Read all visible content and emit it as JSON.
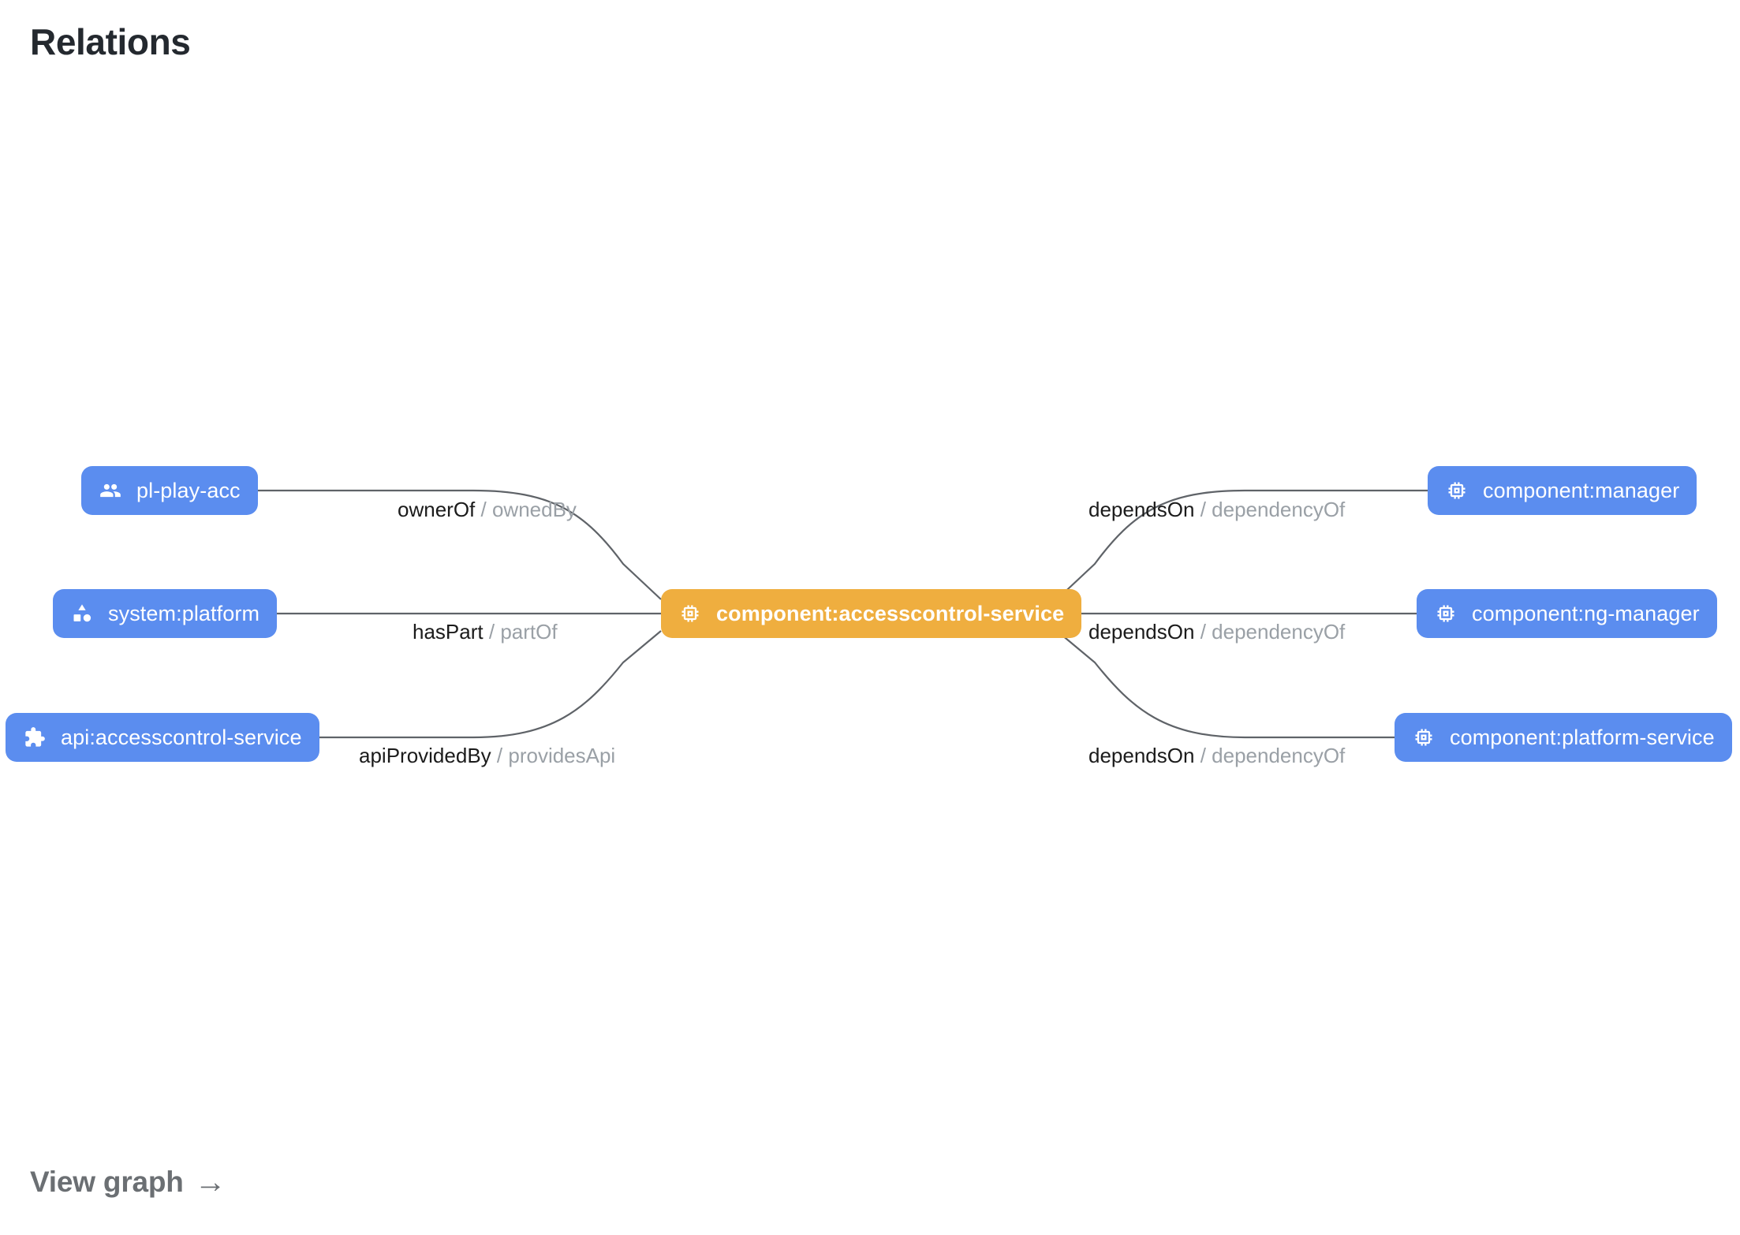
{
  "header": {
    "title": "Relations"
  },
  "footer": {
    "view_graph_label": "View graph",
    "view_graph_arrow": "→"
  },
  "colors": {
    "node_blue": "#5b8def",
    "node_orange": "#efae3f",
    "edge_stroke": "#5f6368",
    "label_forward": "#1b1b1b",
    "label_reverse": "#9aa0a6",
    "title": "#24292f",
    "footer_link": "#6b6f73",
    "background": "#ffffff"
  },
  "graph": {
    "focus_node": {
      "id": "component:accesscontrol-service",
      "label": "component:accesscontrol-service",
      "icon": "memory-chip-icon",
      "kind": "component",
      "color": "#efae3f"
    },
    "left_nodes": [
      {
        "id": "pl-play-acc",
        "label": "pl-play-acc",
        "icon": "group-people-icon",
        "kind": "group",
        "color": "#5b8def"
      },
      {
        "id": "system:platform",
        "label": "system:platform",
        "icon": "category-shapes-icon",
        "kind": "system",
        "color": "#5b8def"
      },
      {
        "id": "api:accesscontrol-service",
        "label": "api:accesscontrol-service",
        "icon": "puzzle-piece-icon",
        "kind": "api",
        "color": "#5b8def"
      }
    ],
    "right_nodes": [
      {
        "id": "component:manager",
        "label": "component:manager",
        "icon": "memory-chip-icon",
        "kind": "component",
        "color": "#5b8def"
      },
      {
        "id": "component:ng-manager",
        "label": "component:ng-manager",
        "icon": "memory-chip-icon",
        "kind": "component",
        "color": "#5b8def"
      },
      {
        "id": "component:platform-service",
        "label": "component:platform-service",
        "icon": "memory-chip-icon",
        "kind": "component",
        "color": "#5b8def"
      }
    ],
    "edges": [
      {
        "from": "pl-play-acc",
        "to": "component:accesscontrol-service",
        "forward": "ownerOf",
        "separator": "/",
        "reverse": "ownedBy"
      },
      {
        "from": "system:platform",
        "to": "component:accesscontrol-service",
        "forward": "hasPart",
        "separator": "/",
        "reverse": "partOf"
      },
      {
        "from": "api:accesscontrol-service",
        "to": "component:accesscontrol-service",
        "forward": "apiProvidedBy",
        "separator": "/",
        "reverse": "providesApi"
      },
      {
        "from": "component:accesscontrol-service",
        "to": "component:manager",
        "forward": "dependsOn",
        "separator": "/",
        "reverse": "dependencyOf"
      },
      {
        "from": "component:accesscontrol-service",
        "to": "component:ng-manager",
        "forward": "dependsOn",
        "separator": "/",
        "reverse": "dependencyOf"
      },
      {
        "from": "component:accesscontrol-service",
        "to": "component:platform-service",
        "forward": "dependsOn",
        "separator": "/",
        "reverse": "dependencyOf"
      }
    ]
  }
}
